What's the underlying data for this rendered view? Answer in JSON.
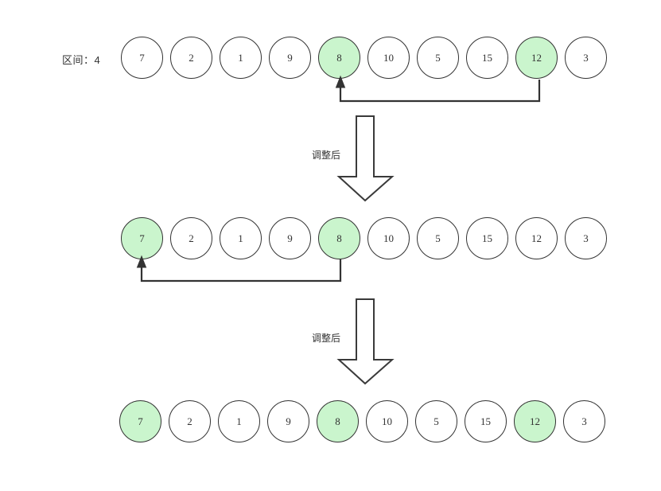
{
  "diagram": {
    "title_label": "区间：4",
    "node_diameter": 53,
    "colors": {
      "highlight": "#caf5cd",
      "stroke": "#333333",
      "text": "#333333",
      "background": "#ffffff"
    },
    "rows": [
      {
        "id": "row-initial",
        "label": "区间：4",
        "nodes": [
          {
            "value": "7",
            "highlighted": false
          },
          {
            "value": "2",
            "highlighted": false
          },
          {
            "value": "1",
            "highlighted": false
          },
          {
            "value": "9",
            "highlighted": false
          },
          {
            "value": "8",
            "highlighted": true
          },
          {
            "value": "10",
            "highlighted": false
          },
          {
            "value": "5",
            "highlighted": false
          },
          {
            "value": "15",
            "highlighted": false
          },
          {
            "value": "12",
            "highlighted": true
          },
          {
            "value": "3",
            "highlighted": false
          }
        ],
        "swap_arrow": {
          "from_index": 8,
          "to_index": 4
        }
      },
      {
        "id": "row-after-first",
        "label": "",
        "nodes": [
          {
            "value": "7",
            "highlighted": true
          },
          {
            "value": "2",
            "highlighted": false
          },
          {
            "value": "1",
            "highlighted": false
          },
          {
            "value": "9",
            "highlighted": false
          },
          {
            "value": "8",
            "highlighted": true
          },
          {
            "value": "10",
            "highlighted": false
          },
          {
            "value": "5",
            "highlighted": false
          },
          {
            "value": "15",
            "highlighted": false
          },
          {
            "value": "12",
            "highlighted": false
          },
          {
            "value": "3",
            "highlighted": false
          }
        ],
        "swap_arrow": {
          "from_index": 4,
          "to_index": 0
        }
      },
      {
        "id": "row-final",
        "label": "",
        "nodes": [
          {
            "value": "7",
            "highlighted": true
          },
          {
            "value": "2",
            "highlighted": false
          },
          {
            "value": "1",
            "highlighted": false
          },
          {
            "value": "9",
            "highlighted": false
          },
          {
            "value": "8",
            "highlighted": true
          },
          {
            "value": "10",
            "highlighted": false
          },
          {
            "value": "5",
            "highlighted": false
          },
          {
            "value": "15",
            "highlighted": false
          },
          {
            "value": "12",
            "highlighted": true
          },
          {
            "value": "3",
            "highlighted": false
          }
        ],
        "swap_arrow": null
      }
    ],
    "transitions": [
      {
        "id": "transition-1",
        "label": "调整后"
      },
      {
        "id": "transition-2",
        "label": "调整后"
      }
    ]
  }
}
